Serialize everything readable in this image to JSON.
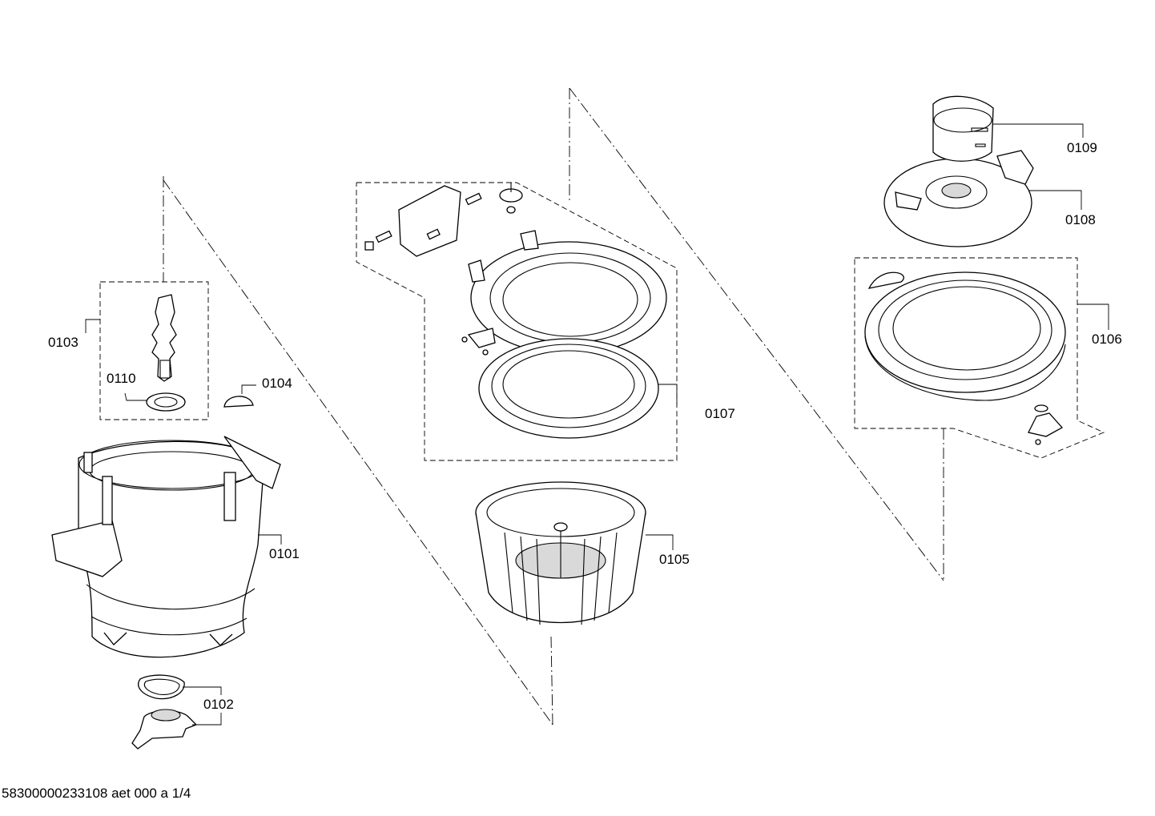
{
  "callouts": {
    "c0101": "0101",
    "c0102": "0102",
    "c0103": "0103",
    "c0104": "0104",
    "c0105": "0105",
    "c0106": "0106",
    "c0107": "0107",
    "c0108": "0108",
    "c0109": "0109",
    "c0110": "0110"
  },
  "footer": {
    "drawing_number": "58300000233108 aet 000 a 1/4"
  }
}
